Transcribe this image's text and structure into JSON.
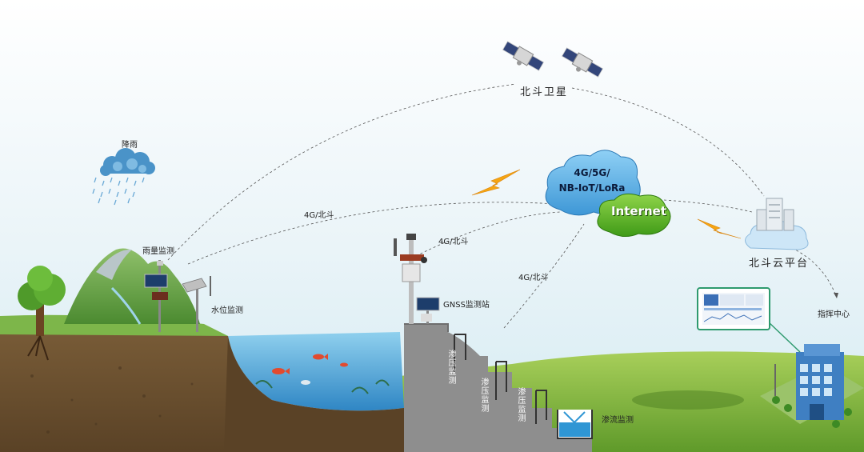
{
  "labels": {
    "satellite": "北斗卫星",
    "rain": "降雨",
    "rain_gauge": "雨量监测",
    "water_level": "水位监测",
    "link_left": "4G/北斗",
    "link_mid": "4G/北斗",
    "link_right": "4G/北斗",
    "gnss": "GNSS监测站",
    "seepage_1": "渗压监测",
    "seepage_2": "渗压监测",
    "seepage_3": "渗压监测",
    "seepage_flow": "渗流监测",
    "cloud_line1": "4G/5G/",
    "cloud_line2": "NB-IoT/LoRa",
    "internet": "Internet",
    "platform": "北斗云平台",
    "command_center": "指挥中心"
  },
  "icons": [
    "satellite-icon",
    "rain-cloud-icon",
    "lightning-icon",
    "server-icon",
    "monitor-screen-icon",
    "building-icon",
    "tree-icon",
    "solar-panel-icon",
    "camera-icon",
    "fish-icon"
  ],
  "colors": {
    "water": "#4aa6d6",
    "soil": "#6b5232",
    "grass": "#7fb83a",
    "dam": "#8c8c8c",
    "cloud_blue": "#67b6e8",
    "cloud_green": "#5cb82b",
    "lightning": "#f5a512"
  }
}
